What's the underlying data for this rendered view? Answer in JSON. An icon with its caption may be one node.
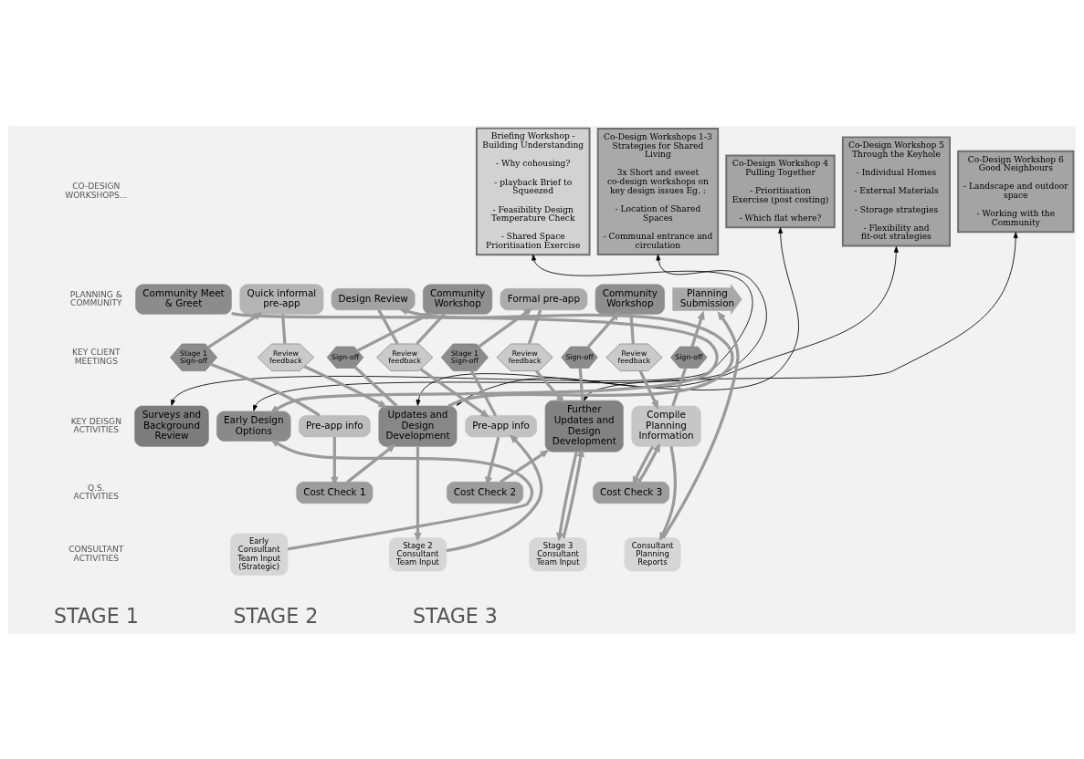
{
  "diagram": {
    "nodes": [
      {
        "text": [
          "Briefing Workshop - Building Understanding",
          "- Why cohousing?",
          "- playback Brief to Squeezed",
          "- Feasibility Design Temperature Check",
          "- Shared Space Prioritisation Exercise"
        ]
      },
      {
        "text": [
          "Co-Design Workshops 1-3 Strategies for Shared Living",
          "3x Short and sweet co-design workshops on key design issues Eg. :",
          "- Location of Shared Spaces",
          "- Communal entrance and circulation"
        ]
      },
      {
        "text": [
          "Co-Design Workshop 4 Pulling Together",
          "- Prioritisation Exercise (post costing)",
          "- Which flat where?"
        ]
      },
      {
        "text": [
          "Co-Design Workshop 5 Through the Keyhole",
          "- Individual Homes",
          "- External Materials",
          "- Storage strategies",
          "- Flexibility and fit-out strategies"
        ]
      },
      {
        "text": [
          "Co-Design Workshop 6 Good Neighbours",
          "- Landscape and outdoor space",
          "- Working with the Community"
        ]
      },
      {
        "text": [
          "Community Meet & Greet"
        ]
      },
      {
        "text": [
          "Quick informal pre-app"
        ]
      },
      {
        "text": [
          "Design Review"
        ]
      },
      {
        "text": [
          "Community Workshop"
        ]
      },
      {
        "text": [
          "Formal pre-app"
        ]
      },
      {
        "text": [
          "Community Workshop"
        ]
      },
      {
        "text": [
          "Planning Submission"
        ]
      },
      {
        "text": [
          "Stage 1 Sign-off"
        ]
      },
      {
        "text": [
          "Review feedback"
        ]
      },
      {
        "text": [
          "Sign-off"
        ]
      },
      {
        "text": [
          "Review feedback"
        ]
      },
      {
        "text": [
          "Stage 1 Sign-off"
        ]
      },
      {
        "text": [
          "Review feedback"
        ]
      },
      {
        "text": [
          "Sign-off"
        ]
      },
      {
        "text": [
          "Review feedback"
        ]
      },
      {
        "text": [
          "Sign-off"
        ]
      },
      {
        "text": [
          "Surveys and Background Review"
        ]
      },
      {
        "text": [
          "Early Design Options"
        ]
      },
      {
        "text": [
          "Pre-app info"
        ]
      },
      {
        "text": [
          "Updates and Design Development"
        ]
      },
      {
        "text": [
          "Pre-app info"
        ]
      },
      {
        "text": [
          "Further Updates and Design Development"
        ]
      },
      {
        "text": [
          "Compile Planning Information"
        ]
      },
      {
        "text": [
          "Cost Check 1"
        ]
      },
      {
        "text": [
          "Cost Check 2"
        ]
      },
      {
        "text": [
          "Cost Check 3"
        ]
      },
      {
        "text": [
          "Early Consultant Team Input (Strategic)"
        ]
      },
      {
        "text": [
          "Stage 2 Consultant Team Input"
        ]
      },
      {
        "text": [
          "Stage 3 Consultant Team Input"
        ]
      },
      {
        "text": [
          "Consultant Planning Reports"
        ]
      }
    ],
    "edges": [
      {
        "from": 0,
        "to": 21,
        "arrow": "both",
        "color": "#000000"
      },
      {
        "from": 1,
        "to": 22,
        "arrow": "both",
        "color": "#000000"
      },
      {
        "from": 2,
        "to": 24,
        "arrow": "both",
        "color": "#000000"
      },
      {
        "from": 3,
        "to": 24,
        "arrow": "both",
        "color": "#000000"
      },
      {
        "from": 4,
        "to": 26,
        "arrow": "both",
        "color": "#000000"
      },
      {
        "from": 5,
        "to": 22,
        "arrow": "to"
      },
      {
        "from": 31,
        "to": 22,
        "arrow": "to"
      },
      {
        "from": 23,
        "to": 12,
        "arrow": "none"
      },
      {
        "from": 12,
        "to": 6,
        "arrow": "to"
      },
      {
        "from": 23,
        "to": 28,
        "arrow": "to"
      },
      {
        "from": 28,
        "to": 24,
        "arrow": "to"
      },
      {
        "from": 6,
        "to": 13,
        "arrow": "none"
      },
      {
        "from": 13,
        "to": 24,
        "arrow": "to"
      },
      {
        "from": 24,
        "to": 7,
        "arrow": "to"
      },
      {
        "from": 24,
        "to": 14,
        "arrow": "none"
      },
      {
        "from": 14,
        "to": 8,
        "arrow": "to"
      },
      {
        "from": 8,
        "to": 15,
        "arrow": "none"
      },
      {
        "from": 7,
        "to": 15,
        "arrow": "none"
      },
      {
        "from": 15,
        "to": 25,
        "arrow": "to"
      },
      {
        "from": 24,
        "to": 32,
        "arrow": "to"
      },
      {
        "from": 32,
        "to": 25,
        "arrow": "to"
      },
      {
        "from": 25,
        "to": 16,
        "arrow": "none"
      },
      {
        "from": 16,
        "to": 9,
        "arrow": "to"
      },
      {
        "from": 25,
        "to": 29,
        "arrow": "to"
      },
      {
        "from": 29,
        "to": 26,
        "arrow": "to"
      },
      {
        "from": 9,
        "to": 17,
        "arrow": "none"
      },
      {
        "from": 17,
        "to": 26,
        "arrow": "to"
      },
      {
        "from": 26,
        "to": 18,
        "arrow": "none"
      },
      {
        "from": 18,
        "to": 10,
        "arrow": "to"
      },
      {
        "from": 10,
        "to": 19,
        "arrow": "none"
      },
      {
        "from": 19,
        "to": 27,
        "arrow": "to"
      },
      {
        "from": 26,
        "to": 33,
        "arrow": "to"
      },
      {
        "from": 33,
        "to": 26,
        "arrow": "to"
      },
      {
        "from": 27,
        "to": 34,
        "arrow": "to"
      },
      {
        "from": 27,
        "to": 30,
        "arrow": "to"
      },
      {
        "from": 30,
        "to": 27,
        "arrow": "to"
      },
      {
        "from": 27,
        "to": 20,
        "arrow": "none"
      },
      {
        "from": 20,
        "to": 11,
        "arrow": "to"
      },
      {
        "from": 34,
        "to": 11,
        "arrow": "to"
      }
    ],
    "labels": [
      "CO-DESIGN WORKSHOPS...",
      "PLANNING & COMMUNITY",
      "KEY CLIENT MEETINGS",
      "KEY DEISGN ACTIVITIES",
      "Q.S. ACTIVITIES",
      "CONSULTANT ACTIVITIES",
      "STAGE 1",
      "STAGE 2",
      "STAGE 3"
    ]
  }
}
